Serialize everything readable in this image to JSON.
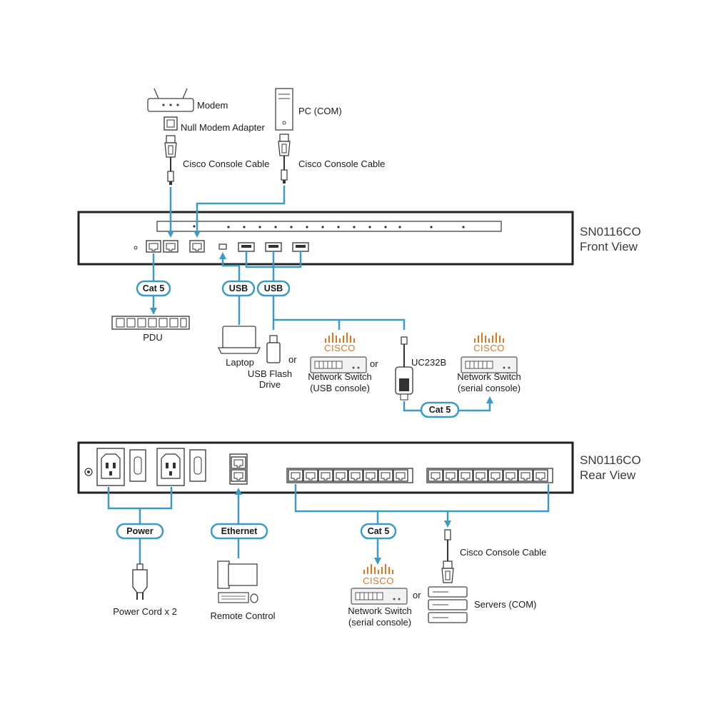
{
  "colors": {
    "cable": "#3b9bc4",
    "brand": "#e8731e",
    "device_outline": "#333333"
  },
  "front": {
    "title_line1": "SN0116CO",
    "title_line2": "Front View",
    "modem_label": "Modem",
    "null_modem_label": "Null Modem Adapter",
    "cisco_cable_left": "Cisco Console Cable",
    "pc_label": "PC (COM)",
    "cisco_cable_right": "Cisco Console Cable",
    "cat5_pill": "Cat 5",
    "usb_pill_1": "USB",
    "usb_pill_2": "USB",
    "pdu_label": "PDU",
    "laptop_label": "Laptop",
    "or_1": "or",
    "usb_flash_line1": "USB Flash",
    "usb_flash_line2": "Drive",
    "cisco_brand_1": "CISCO",
    "or_2": "or",
    "switch_usb_line1": "Network Switch",
    "switch_usb_line2": "(USB console)",
    "uc232b_label": "UC232B",
    "cisco_brand_2": "CISCO",
    "switch_serial_line1": "Network Switch",
    "switch_serial_line2": "(serial console)",
    "cat5_pill_2": "Cat 5"
  },
  "rear": {
    "title_line1": "SN0116CO",
    "title_line2": "Rear View",
    "power_pill": "Power",
    "power_cord_label": "Power Cord x 2",
    "ethernet_pill": "Ethernet",
    "remote_label": "Remote Control",
    "cat5_pill": "Cat 5",
    "cisco_brand": "CISCO",
    "or": "or",
    "switch_line1": "Network Switch",
    "switch_line2": "(serial console)",
    "cisco_cable_label": "Cisco Console Cable",
    "servers_label": "Servers (COM)"
  }
}
